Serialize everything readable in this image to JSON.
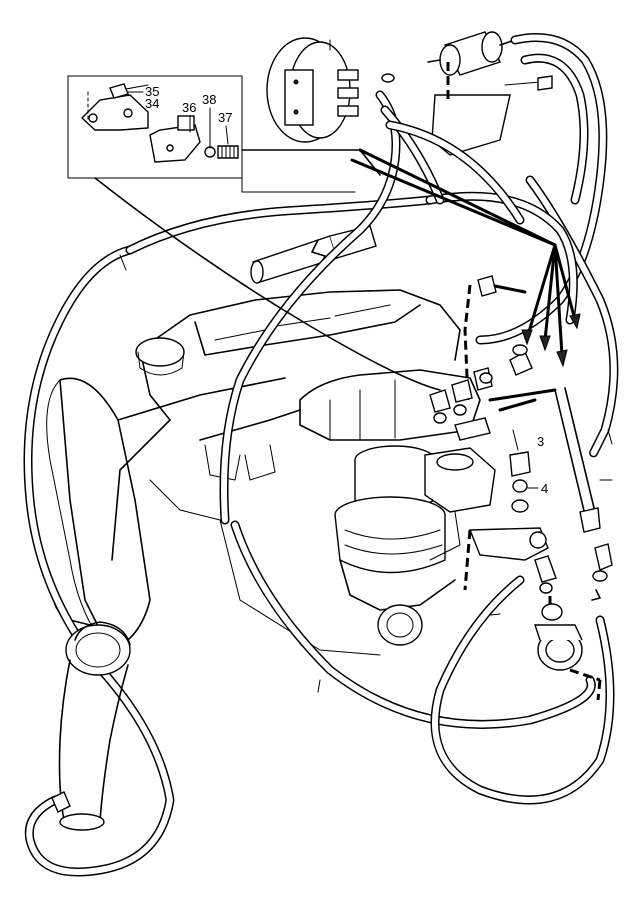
{
  "labels": {
    "l35": "35",
    "l34": "34",
    "l36": "36",
    "l38": "38",
    "l37": "37",
    "l3": "3",
    "l4": "4"
  }
}
